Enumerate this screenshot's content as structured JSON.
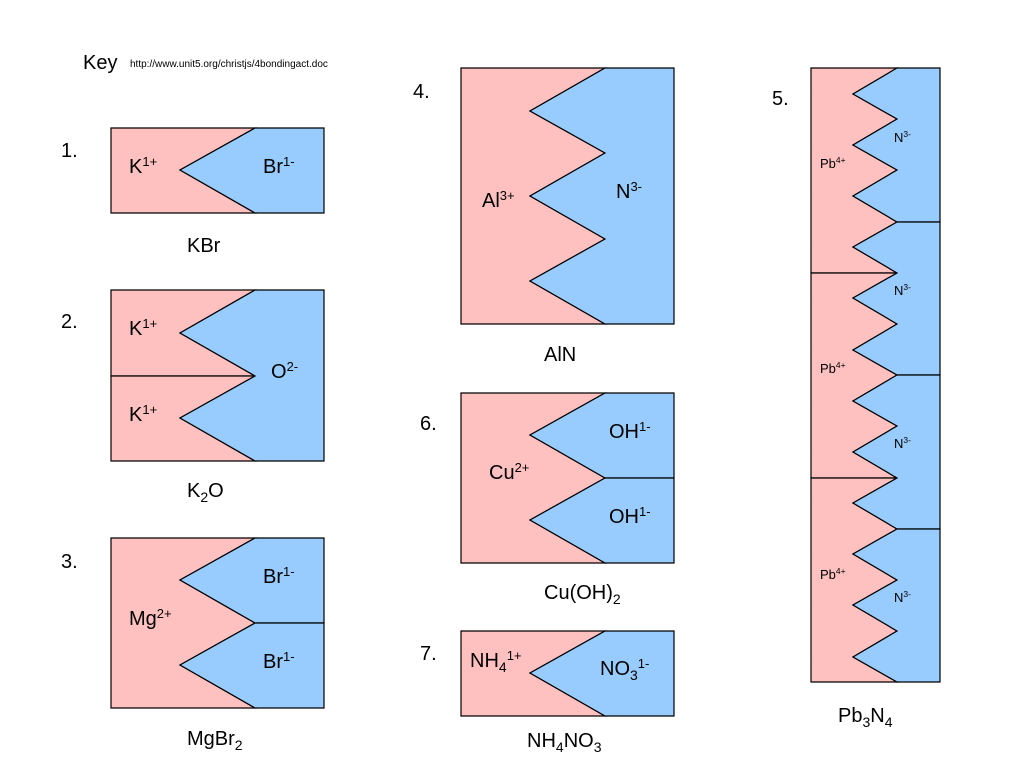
{
  "key": {
    "label": "Key",
    "url": "http://www.unit5.org/christjs/4bondingact.doc"
  },
  "colors": {
    "cation": "#ffc0c0",
    "anion": "#99ccfe",
    "outline": "#000000"
  },
  "items": [
    {
      "number": "1.",
      "formula": {
        "base": "KBr"
      },
      "ions": [
        {
          "symbol": "K",
          "charge": "1+"
        },
        {
          "symbol": "Br",
          "charge": "1-"
        }
      ]
    },
    {
      "number": "2.",
      "formula": {
        "p1": "K",
        "s1": "2",
        "p2": "O"
      },
      "ions": [
        {
          "symbol": "K",
          "charge": "1+"
        },
        {
          "symbol": "K",
          "charge": "1+"
        },
        {
          "symbol": "O",
          "charge": "2-"
        }
      ]
    },
    {
      "number": "3.",
      "formula": {
        "p1": "MgBr",
        "s1": "2"
      },
      "ions": [
        {
          "symbol": "Mg",
          "charge": "2+"
        },
        {
          "symbol": "Br",
          "charge": "1-"
        },
        {
          "symbol": "Br",
          "charge": "1-"
        }
      ]
    },
    {
      "number": "4.",
      "formula": {
        "base": "AlN"
      },
      "ions": [
        {
          "symbol": "Al",
          "charge": "3+"
        },
        {
          "symbol": "N",
          "charge": "3-"
        }
      ]
    },
    {
      "number": "5.",
      "formula": {
        "p1": "Pb",
        "s1": "3",
        "p2": "N",
        "s2": "4"
      },
      "ions": [
        {
          "symbol": "Pb",
          "charge": "4+"
        },
        {
          "symbol": "Pb",
          "charge": "4+"
        },
        {
          "symbol": "Pb",
          "charge": "4+"
        },
        {
          "symbol": "N",
          "charge": "3-"
        },
        {
          "symbol": "N",
          "charge": "3-"
        },
        {
          "symbol": "N",
          "charge": "3-"
        },
        {
          "symbol": "N",
          "charge": "3-"
        }
      ]
    },
    {
      "number": "6.",
      "formula": {
        "p1": "Cu(OH)",
        "s1": "2"
      },
      "ions": [
        {
          "symbol": "Cu",
          "charge": "2+"
        },
        {
          "symbol": "OH",
          "charge": "1-"
        },
        {
          "symbol": "OH",
          "charge": "1-"
        }
      ]
    },
    {
      "number": "7.",
      "formula": {
        "p1": "NH",
        "s1": "4",
        "p2": "NO",
        "s2": "3"
      },
      "ions": [
        {
          "symbol": "NH",
          "sub": "4",
          "charge": "1+"
        },
        {
          "symbol": "NO",
          "sub": "3",
          "charge": "1-"
        }
      ]
    }
  ]
}
